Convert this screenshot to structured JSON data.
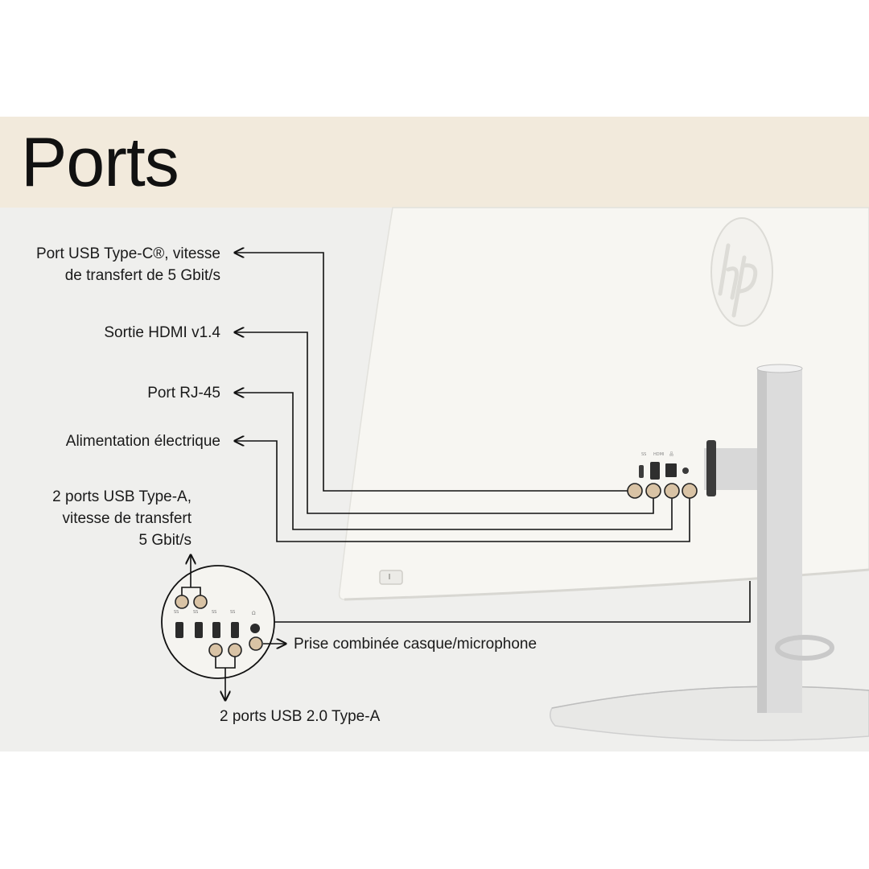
{
  "title": "Ports",
  "callouts": {
    "usb_c": [
      "Port USB Type-C®, vitesse",
      "de transfert de 5 Gbit/s"
    ],
    "hdmi": "Sortie HDMI v1.4",
    "rj45": "Port RJ-45",
    "power": "Alimentation électrique",
    "usb_a": [
      "2 ports USB Type-A,",
      "vitesse de transfert",
      "5 Gbit/s"
    ],
    "audio": "Prise combinée casque/microphone",
    "usb2": "2 ports USB 2.0 Type-A"
  },
  "colors": {
    "header_band": "#f2eadc",
    "marker": "#d9c3a5",
    "text": "#111111",
    "monitor": "#f7f6f2",
    "stand": "#d9d9d9"
  },
  "icons": [
    "hp-logo-icon",
    "power-button-icon"
  ]
}
